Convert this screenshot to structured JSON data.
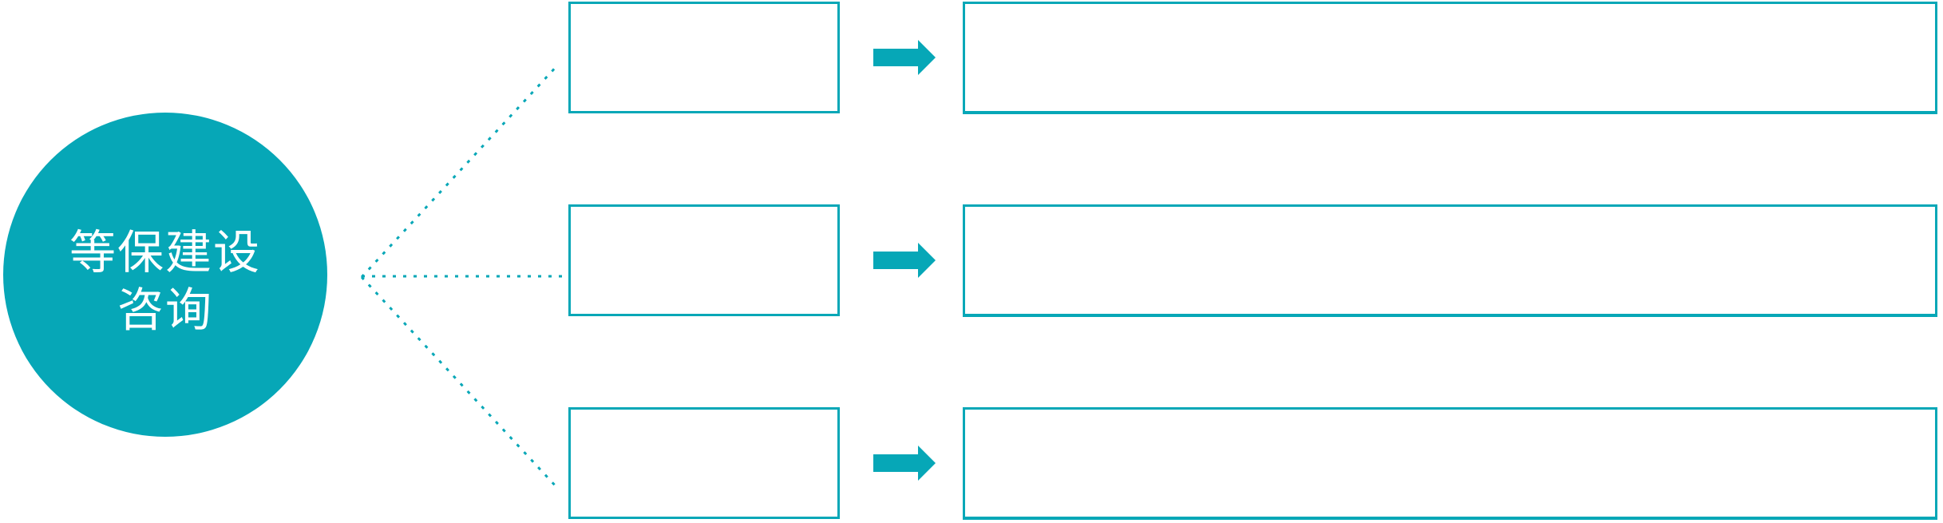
{
  "colors": {
    "accent": "#06A7B7",
    "label-text": "#FFFFFF",
    "bg": "#FFFFFF"
  },
  "circle": {
    "label_line1": "等保建设",
    "label_line2": "咨询"
  },
  "rows": [
    {
      "step_label": "",
      "detail_label": ""
    },
    {
      "step_label": "",
      "detail_label": ""
    },
    {
      "step_label": "",
      "detail_label": ""
    }
  ],
  "icons": {
    "arrow": "right-arrow-icon",
    "connector": "dashed-fan-connector"
  }
}
